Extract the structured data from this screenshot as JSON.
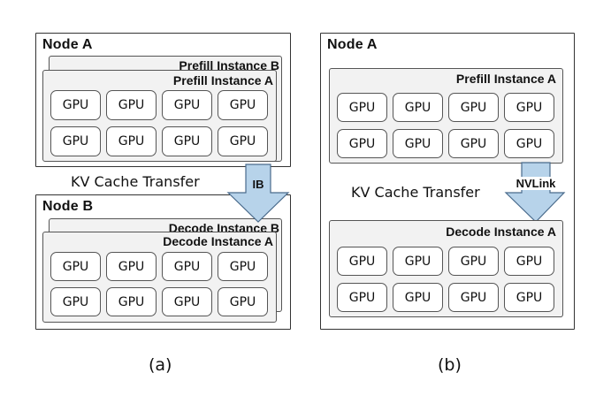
{
  "panel_a": {
    "node_top_title": "Node A",
    "prefill_back_label": "Prefill Instance B",
    "prefill_front_label": "Prefill Instance A",
    "transfer_label": "KV Cache Transfer",
    "arrow_label": "IB",
    "node_bottom_title": "Node B",
    "decode_back_label": "Decode Instance B",
    "decode_front_label": "Decode Instance A",
    "caption": "(a)"
  },
  "panel_b": {
    "node_title": "Node A",
    "prefill_label": "Prefill Instance A",
    "transfer_label": "KV Cache Transfer",
    "arrow_label": "NVLink",
    "decode_label": "Decode Instance A",
    "caption": "(b)"
  },
  "gpu_label": "GPU",
  "colors": {
    "arrow_fill": "#b7d3ea",
    "arrow_stroke": "#4a6b8c",
    "instance_fill": "#f2f2f2",
    "border": "#333333"
  }
}
